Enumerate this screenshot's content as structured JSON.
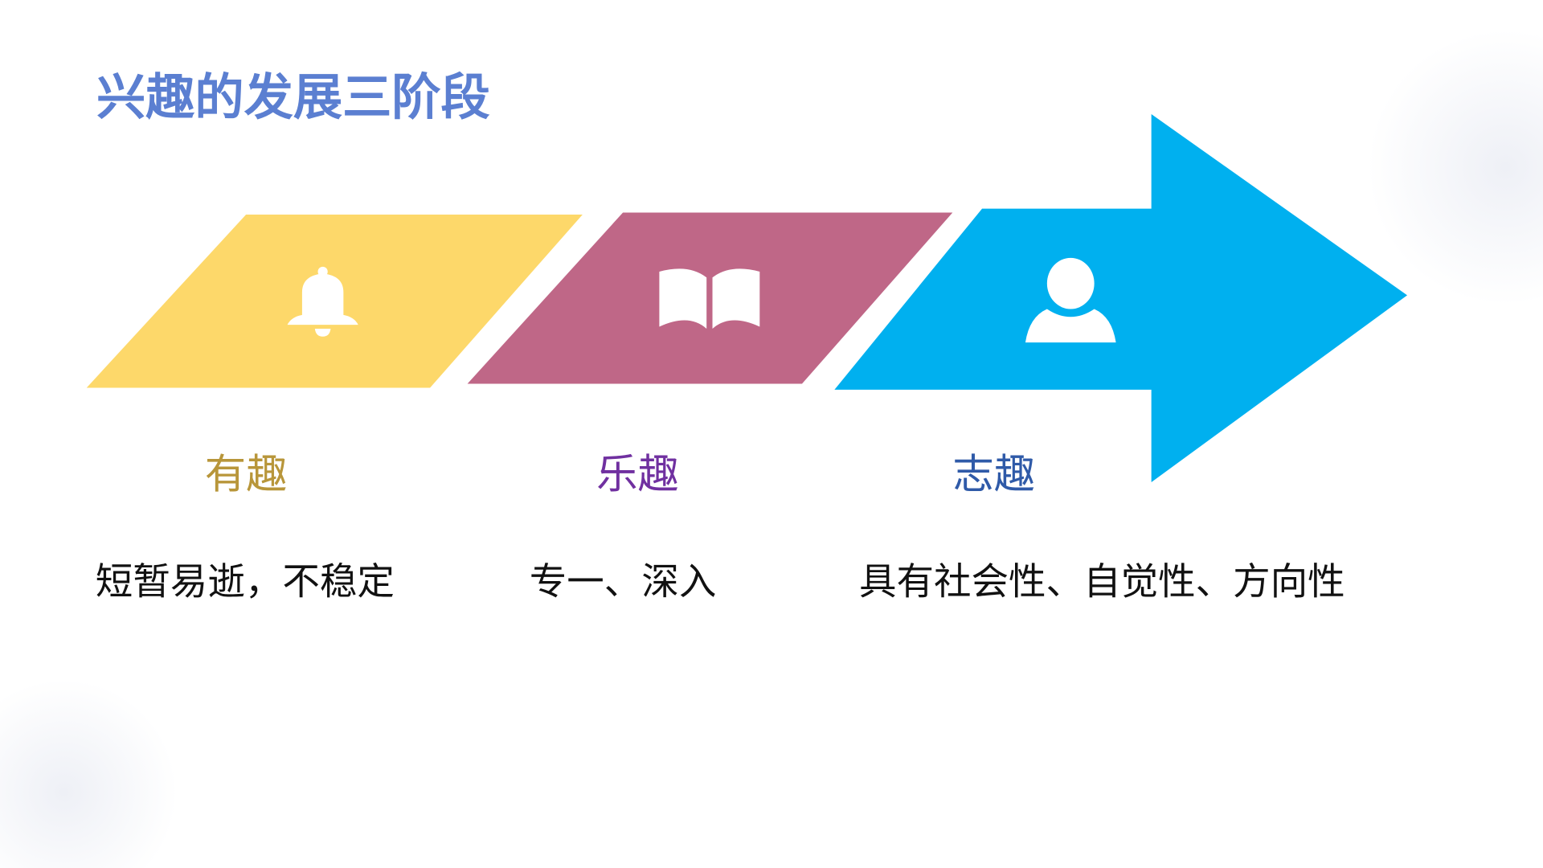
{
  "title": "兴趣的发展三阶段",
  "stages": [
    {
      "name": "有趣",
      "description": "短暂易逝，不稳定",
      "icon": "bell-icon",
      "shape_color": "#FDD86A",
      "label_color": "#B8963A"
    },
    {
      "name": "乐趣",
      "description": "专一、深入",
      "icon": "book-icon",
      "shape_color": "#BF6787",
      "label_color": "#7030A0"
    },
    {
      "name": "志趣",
      "description": "具有社会性、自觉性、方向性",
      "icon": "user-icon",
      "shape_color": "#00B0EF",
      "label_color": "#2F5AA8"
    }
  ],
  "colors": {
    "title": "#5B7FD1"
  }
}
